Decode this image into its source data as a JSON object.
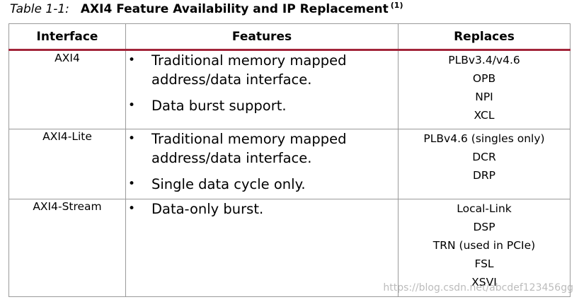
{
  "caption": {
    "label": "Table 1-1:",
    "title": "AXI4 Feature Availability and IP Replacement",
    "note": "(1)"
  },
  "table": {
    "headers": [
      "Interface",
      "Features",
      "Replaces"
    ],
    "rows": [
      {
        "interface": "AXI4",
        "features": [
          "Traditional memory mapped address/data interface.",
          "Data burst support."
        ],
        "replaces": [
          "PLBv3.4/v4.6",
          "OPB",
          "NPI",
          "XCL"
        ]
      },
      {
        "interface": "AXI4-Lite",
        "features": [
          "Traditional memory mapped address/data interface.",
          "Single data cycle only."
        ],
        "replaces": [
          "PLBv4.6 (singles only)",
          "DCR",
          "DRP"
        ]
      },
      {
        "interface": "AXI4-Stream",
        "features": [
          "Data-only burst."
        ],
        "replaces": [
          "Local-Link",
          "DSP",
          "TRN (used in PCIe)",
          "FSL",
          "XSVI"
        ]
      }
    ]
  },
  "bullet_glyph": "•",
  "watermark": "https://blog.csdn.net/abcdef123456gg",
  "colors": {
    "header_rule": "#a2253a",
    "border": "#9a9a9a"
  }
}
